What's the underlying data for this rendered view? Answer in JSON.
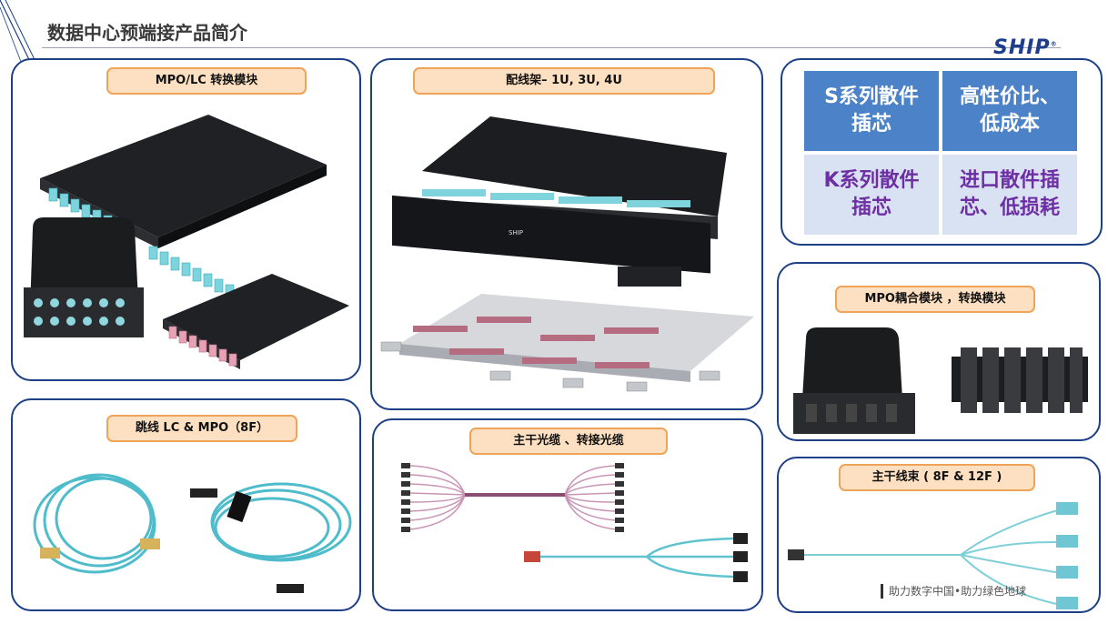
{
  "header": {
    "title": "数据中心预端接产品简介",
    "logo": "SHIP"
  },
  "panels": {
    "mpo_lc": {
      "tag": "MPO/LC  转换模块"
    },
    "frame": {
      "tag": "配线架– 1U, 3U, 4U"
    },
    "patch": {
      "tag": "跳线 LC & MPO（8F）"
    },
    "trunk_cable": {
      "tag": "主干光缆 、转接光缆"
    },
    "coupler": {
      "tag": "MPO耦合模块 ，转换模块"
    },
    "harness": {
      "tag": "主干线束 ( 8F & 12F )"
    }
  },
  "table": {
    "r1c1": [
      "S系列散件",
      "插芯"
    ],
    "r1c2": [
      "高性价比、",
      "低成本"
    ],
    "r2c1": [
      "K系列散件",
      "插芯"
    ],
    "r2c2": [
      "进口散件插",
      "芯、低损耗"
    ]
  },
  "footer": {
    "slogan": "助力数字中国•助力绿色地球"
  },
  "colors": {
    "panel_border": "#1d3f86",
    "tag_fill": "#fde0c2",
    "tag_border": "#f0a45a",
    "table_blue": "#4b82c8",
    "table_light": "#d9e2f2",
    "table_purple_text": "#6d2fa3"
  }
}
